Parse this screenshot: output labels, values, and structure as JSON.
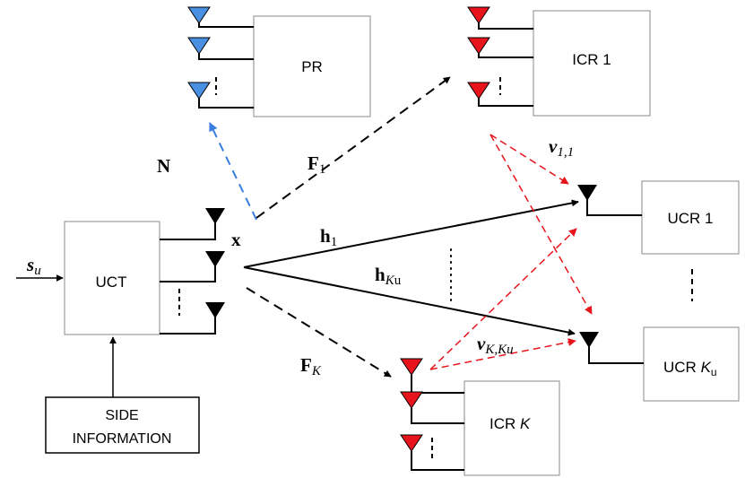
{
  "nodes": {
    "uct": "UCT",
    "pr": "PR",
    "icr_1": "ICR 1",
    "icr_k": "ICR ",
    "icr_k_var": "K",
    "ucr_1": "UCR 1",
    "ucr_ku": "UCR ",
    "ucr_ku_var": "K",
    "ucr_ku_sub": "u",
    "side_info_line1": "SIDE",
    "side_info_line2": "INFORMATION"
  },
  "symbols": {
    "s_base": "s",
    "s_sub": "u",
    "x": "x",
    "N": "N",
    "F1_base": "F",
    "F1_sub": "1",
    "FK_base": "F",
    "FK_sub": "K",
    "h1_base": "h",
    "h1_sub": "1",
    "hKu_base": "h",
    "hKu_sub_var": "K",
    "hKu_sub": "u",
    "v11_base": "v",
    "v11_sub": "1,1",
    "vKKu_base": "v",
    "vKKu_sub": "K,Ku"
  },
  "colors": {
    "primary_antenna": "#4a90e2",
    "interference_antenna": "#e8141c",
    "cognitive_antenna": "#000000",
    "primary_link": "#3a7ee0",
    "interference_link": "#e8141c"
  }
}
